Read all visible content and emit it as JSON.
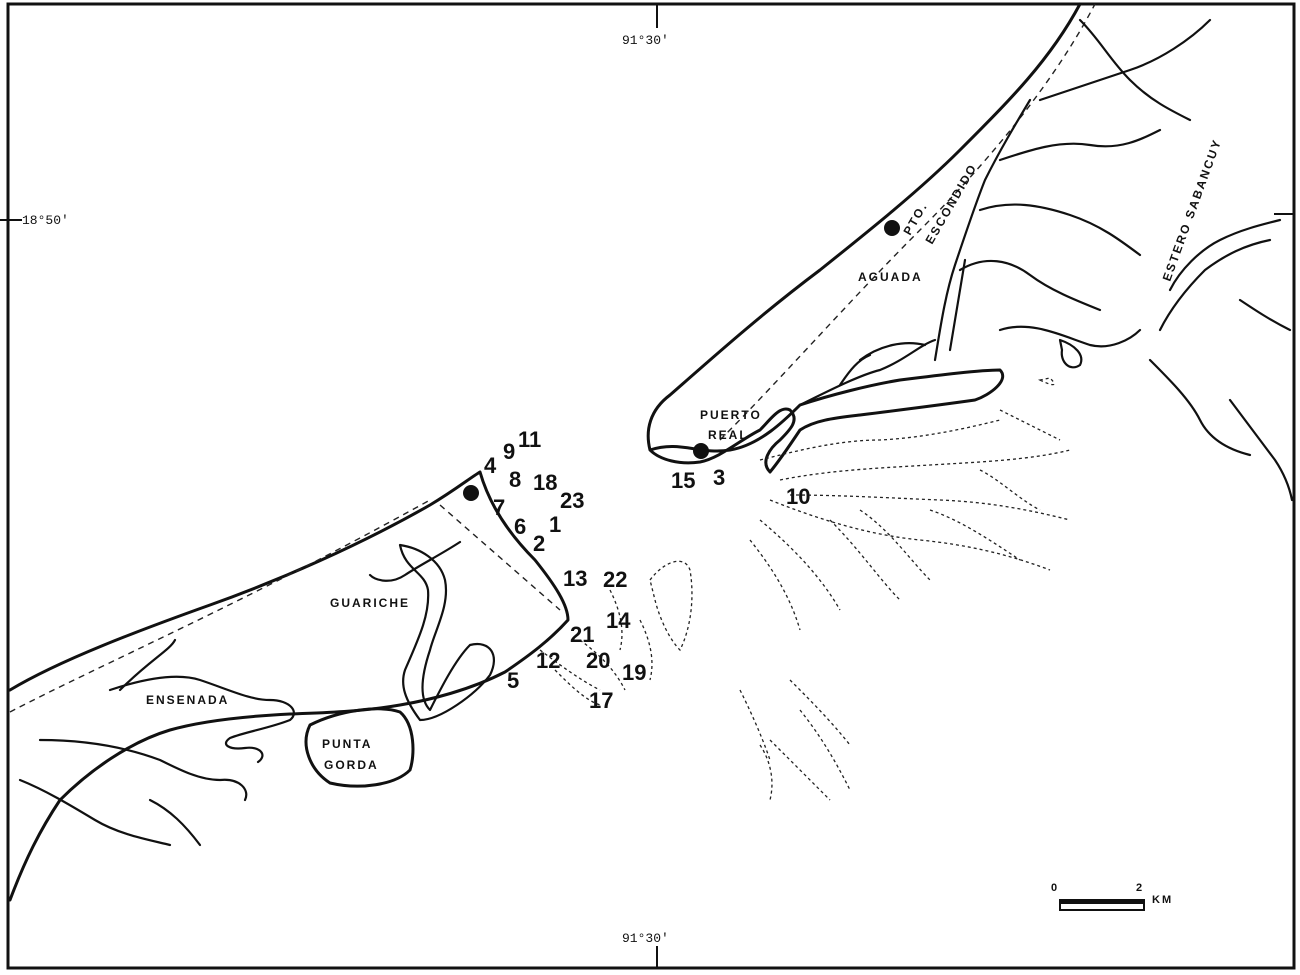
{
  "coordinates": {
    "lon_top": "91°30′",
    "lon_bottom": "91°30′",
    "lat_left": "18°50′"
  },
  "places": {
    "pto": "PTO.",
    "escondido": "ESCONDIDO",
    "aguada": "AGUADA",
    "estero": "ESTERO SABANCUY",
    "puerto": "PUERTO",
    "real": "REAL",
    "guariche": "GUARICHE",
    "ensenada": "ENSENADA",
    "punta": "PUNTA",
    "gorda": "GORDA"
  },
  "sites": [
    {
      "label": "1"
    },
    {
      "label": "2"
    },
    {
      "label": "3"
    },
    {
      "label": "4"
    },
    {
      "label": "5"
    },
    {
      "label": "6"
    },
    {
      "label": "7"
    },
    {
      "label": "8"
    },
    {
      "label": "9"
    },
    {
      "label": "10"
    },
    {
      "label": "11"
    },
    {
      "label": "12"
    },
    {
      "label": "13"
    },
    {
      "label": "14"
    },
    {
      "label": "15"
    },
    {
      "label": "17"
    },
    {
      "label": "18"
    },
    {
      "label": "19"
    },
    {
      "label": "20"
    },
    {
      "label": "21"
    },
    {
      "label": "22"
    },
    {
      "label": "23"
    }
  ],
  "scale": {
    "start": "0",
    "end": "2",
    "unit": "KM"
  }
}
